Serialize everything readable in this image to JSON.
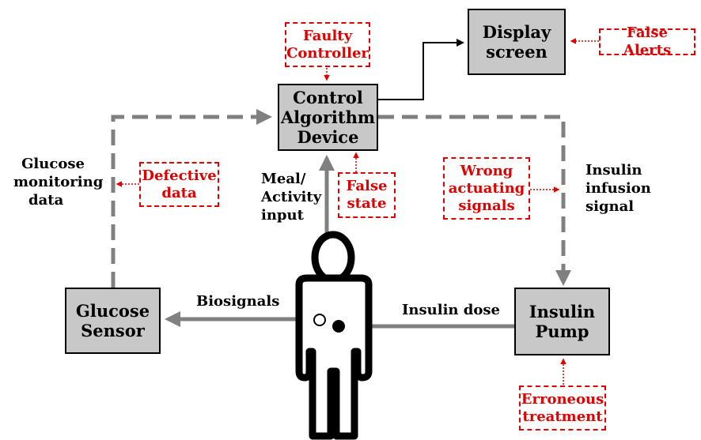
{
  "blocks": {
    "controller": {
      "line1": "Control",
      "line2": "Algorithm",
      "line3": "Device"
    },
    "display": {
      "line1": "Display",
      "line2": "screen"
    },
    "sensor": {
      "line1": "Glucose",
      "line2": "Sensor"
    },
    "pump": {
      "line1": "Insulin",
      "line2": "Pump"
    }
  },
  "faults": {
    "faulty_controller": {
      "line1": "Faulty",
      "line2": "Controller"
    },
    "false_alerts": {
      "line1": "False Alerts"
    },
    "defective_data": {
      "line1": "Defective",
      "line2": "data"
    },
    "false_state": {
      "line1": "False",
      "line2": "state"
    },
    "wrong_signals": {
      "line1": "Wrong",
      "line2": "actuating",
      "line3": "signals"
    },
    "erroneous_treatment": {
      "line1": "Erroneous",
      "line2": "treatment"
    }
  },
  "labels": {
    "glucose_monitoring": {
      "line1": "Glucose",
      "line2": "monitoring",
      "line3": "data"
    },
    "meal_activity": {
      "line1": "Meal/",
      "line2": "Activity",
      "line3": "input"
    },
    "insulin_infusion": {
      "line1": "Insulin",
      "line2": "infusion",
      "line3": "signal"
    },
    "biosignals": "Biosignals",
    "insulin_dose": "Insulin dose"
  },
  "colors": {
    "block_fill": "#c8c8c8",
    "fault_red": "#e00000",
    "arrow_gray": "#808080"
  }
}
